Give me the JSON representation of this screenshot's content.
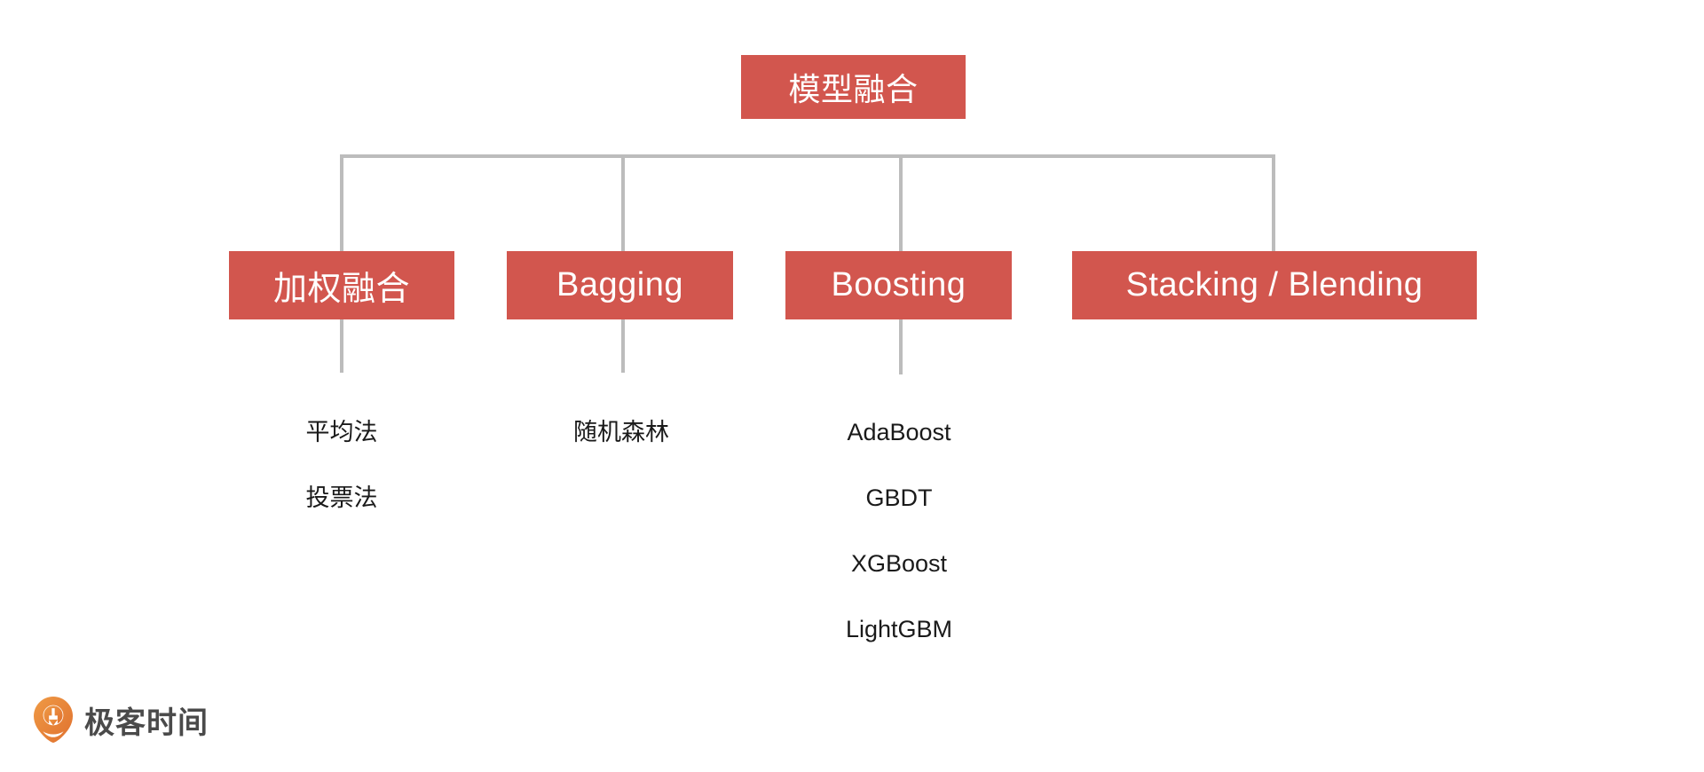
{
  "diagram": {
    "type": "tree",
    "root": {
      "label": "模型融合"
    },
    "branches": [
      {
        "label": "加权融合",
        "leaves": [
          "平均法",
          "投票法"
        ]
      },
      {
        "label": "Bagging",
        "leaves": [
          "随机森林"
        ]
      },
      {
        "label": "Boosting",
        "leaves": [
          "AdaBoost",
          "GBDT",
          "XGBoost",
          "LightGBM"
        ]
      },
      {
        "label": "Stacking / Blending",
        "leaves": []
      }
    ]
  },
  "colors": {
    "node_fill": "#d2564e",
    "node_text": "#ffffff",
    "connector": "#bcbcbc",
    "leaf_text": "#1a1a1a",
    "brand_mark": "#e8833a",
    "brand_text": "#4a4a4a",
    "background": "#ffffff"
  },
  "brand": {
    "name": "极客时间",
    "icon": "geektime-pin-logo"
  }
}
